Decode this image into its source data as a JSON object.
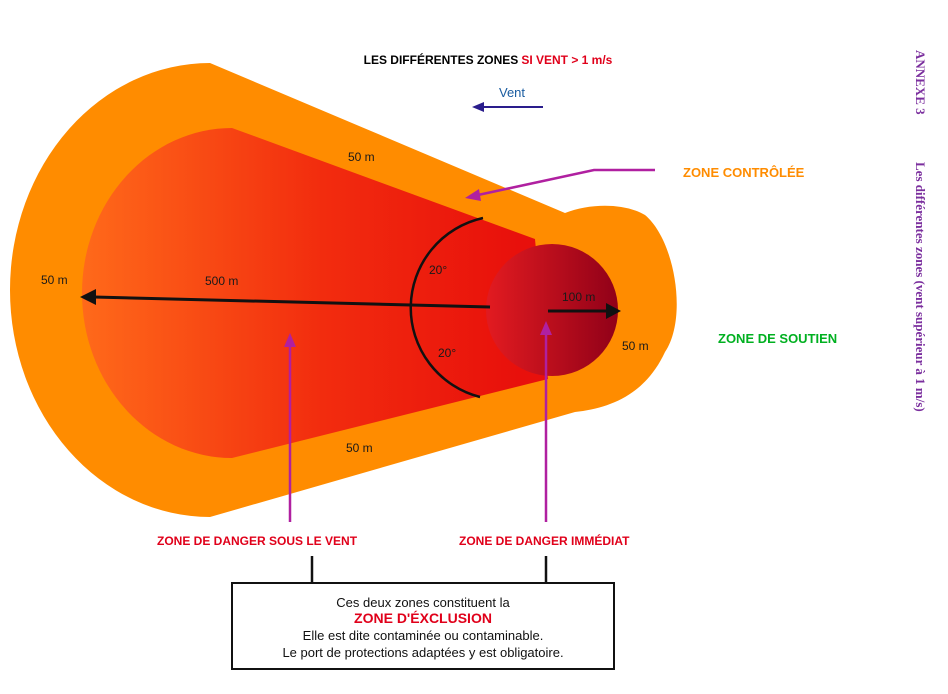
{
  "title": {
    "part1": "LES DIFFÉRENTES ZONES",
    "part2": "SI VENT > 1 m/s"
  },
  "wind": {
    "label": "Vent"
  },
  "distances": {
    "top_band": "50 m",
    "bottom_band": "50 m",
    "left_band": "50 m",
    "right_band": "50 m",
    "radius": "100 m",
    "length": "500 m"
  },
  "angles": {
    "upper": "20°",
    "lower": "20°"
  },
  "zones": {
    "controlled": "ZONE CONTRÔLÉE",
    "support": "ZONE DE SOUTIEN",
    "downwind": "ZONE DE DANGER SOUS LE VENT",
    "immediate": "ZONE DE DANGER IMMÉDIAT"
  },
  "info_box": {
    "line1": "Ces deux zones constituent la",
    "line2": "ZONE D'ÉXCLUSION",
    "line3": "Elle est dite contaminée ou contaminable.",
    "line4": "Le port de protections adaptées y est obligatoire."
  },
  "side": {
    "annex": "ANNEXE 3",
    "description": "Les différentes zones (vent supérieur à 1 m/s)"
  },
  "colors": {
    "orange": "#ff8c00",
    "red": "#e8100c",
    "dark_red": "#8e0018",
    "purple": "#b020a0",
    "green": "#00b020",
    "navy": "#2a1d8c",
    "title_red": "#e0001a",
    "side_purple": "#7b2f9e"
  }
}
